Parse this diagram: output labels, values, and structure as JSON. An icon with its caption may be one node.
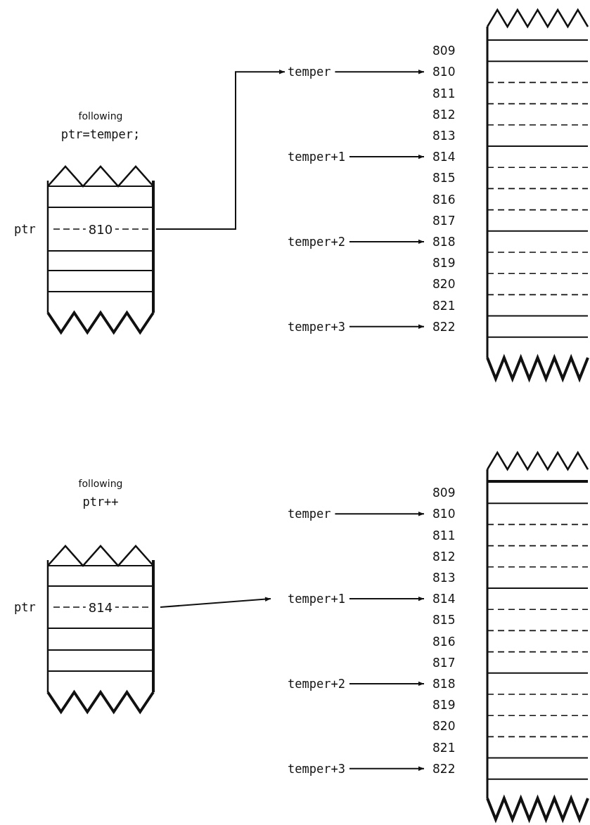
{
  "diagram": {
    "nodes": [
      {
        "text": [
          "810"
        ],
        "beside": [
          "ptr"
        ]
      },
      {
        "text": [
          "temper"
        ]
      },
      {
        "text": [
          "temper+1"
        ]
      },
      {
        "text": [
          "temper+2"
        ]
      },
      {
        "text": [
          "temper+3"
        ]
      },
      {
        "text": [
          "810"
        ]
      },
      {
        "text": [
          "814"
        ]
      },
      {
        "text": [
          "818"
        ]
      },
      {
        "text": [
          "822"
        ]
      },
      {
        "text": [
          "814"
        ],
        "beside": [
          "ptr"
        ]
      },
      {
        "text": [
          "temper"
        ]
      },
      {
        "text": [
          "temper+1"
        ]
      },
      {
        "text": [
          "temper+2"
        ]
      },
      {
        "text": [
          "temper+3"
        ]
      },
      {
        "text": [
          "810"
        ]
      },
      {
        "text": [
          "814"
        ]
      },
      {
        "text": [
          "818"
        ]
      },
      {
        "text": [
          "822"
        ]
      }
    ],
    "edges": [
      {
        "from": 0,
        "to": 1,
        "arrow": "to"
      },
      {
        "from": 1,
        "to": 5,
        "arrow": "to"
      },
      {
        "from": 2,
        "to": 6,
        "arrow": "to"
      },
      {
        "from": 3,
        "to": 7,
        "arrow": "to"
      },
      {
        "from": 4,
        "to": 8,
        "arrow": "to"
      },
      {
        "from": 9,
        "to": 11,
        "arrow": "to"
      },
      {
        "from": 10,
        "to": 14,
        "arrow": "to"
      },
      {
        "from": 11,
        "to": 15,
        "arrow": "to"
      },
      {
        "from": 12,
        "to": 16,
        "arrow": "to"
      },
      {
        "from": 13,
        "to": 17,
        "arrow": "to"
      }
    ],
    "labels": [
      "following",
      "ptr=temper;",
      "809",
      "811",
      "812",
      "813",
      "815",
      "816",
      "817",
      "819",
      "820",
      "821",
      "following",
      "ptr++",
      "809",
      "811",
      "812",
      "813",
      "815",
      "816",
      "817",
      "819",
      "820",
      "821"
    ]
  }
}
